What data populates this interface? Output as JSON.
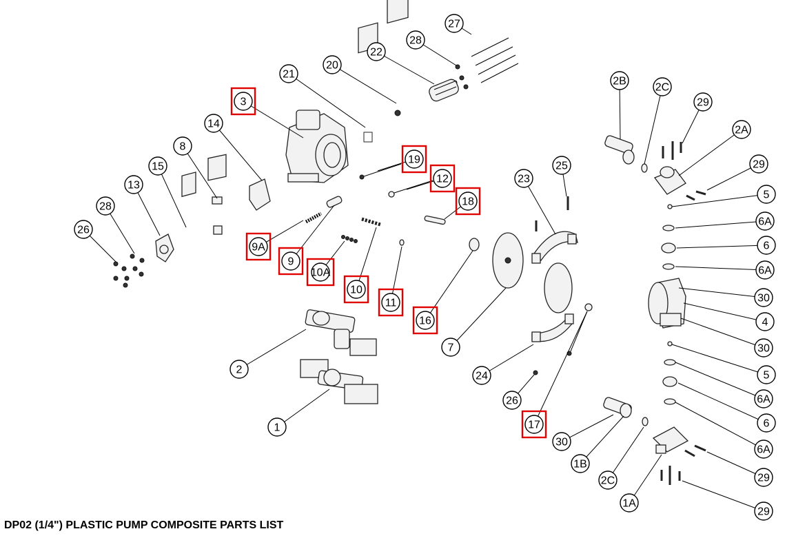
{
  "title": "DP02 (1/4\") PLASTIC PUMP COMPOSITE PARTS LIST",
  "highlight_color": "#e00000",
  "labels": [
    {
      "id": "27",
      "label": "27",
      "highlighted": false
    },
    {
      "id": "28a",
      "label": "28",
      "highlighted": false
    },
    {
      "id": "22",
      "label": "22",
      "highlighted": false
    },
    {
      "id": "20",
      "label": "20",
      "highlighted": false
    },
    {
      "id": "21",
      "label": "21",
      "highlighted": false
    },
    {
      "id": "3",
      "label": "3",
      "highlighted": true
    },
    {
      "id": "14",
      "label": "14",
      "highlighted": false
    },
    {
      "id": "8",
      "label": "8",
      "highlighted": false
    },
    {
      "id": "15",
      "label": "15",
      "highlighted": false
    },
    {
      "id": "13",
      "label": "13",
      "highlighted": false
    },
    {
      "id": "28b",
      "label": "28",
      "highlighted": false
    },
    {
      "id": "26a",
      "label": "26",
      "highlighted": false
    },
    {
      "id": "19",
      "label": "19",
      "highlighted": true
    },
    {
      "id": "12",
      "label": "12",
      "highlighted": true
    },
    {
      "id": "18",
      "label": "18",
      "highlighted": true
    },
    {
      "id": "9A",
      "label": "9A",
      "highlighted": true
    },
    {
      "id": "9",
      "label": "9",
      "highlighted": true
    },
    {
      "id": "10A",
      "label": "10A",
      "highlighted": true
    },
    {
      "id": "10",
      "label": "10",
      "highlighted": true
    },
    {
      "id": "11",
      "label": "11",
      "highlighted": true
    },
    {
      "id": "16",
      "label": "16",
      "highlighted": true
    },
    {
      "id": "7",
      "label": "7",
      "highlighted": false
    },
    {
      "id": "23",
      "label": "23",
      "highlighted": false
    },
    {
      "id": "25",
      "label": "25",
      "highlighted": false
    },
    {
      "id": "24",
      "label": "24",
      "highlighted": false
    },
    {
      "id": "26b",
      "label": "26",
      "highlighted": false
    },
    {
      "id": "17",
      "label": "17",
      "highlighted": true
    },
    {
      "id": "2",
      "label": "2",
      "highlighted": false
    },
    {
      "id": "1",
      "label": "1",
      "highlighted": false
    },
    {
      "id": "2B",
      "label": "2B",
      "highlighted": false
    },
    {
      "id": "2C",
      "label": "2C",
      "highlighted": false
    },
    {
      "id": "29a",
      "label": "29",
      "highlighted": false
    },
    {
      "id": "2A",
      "label": "2A",
      "highlighted": false
    },
    {
      "id": "29b",
      "label": "29",
      "highlighted": false
    },
    {
      "id": "5a",
      "label": "5",
      "highlighted": false
    },
    {
      "id": "6Aa",
      "label": "6A",
      "highlighted": false
    },
    {
      "id": "6a",
      "label": "6",
      "highlighted": false
    },
    {
      "id": "6Ab",
      "label": "6A",
      "highlighted": false
    },
    {
      "id": "30a",
      "label": "30",
      "highlighted": false
    },
    {
      "id": "4",
      "label": "4",
      "highlighted": false
    },
    {
      "id": "30b",
      "label": "30",
      "highlighted": false
    },
    {
      "id": "5b",
      "label": "5",
      "highlighted": false
    },
    {
      "id": "6Ac",
      "label": "6A",
      "highlighted": false
    },
    {
      "id": "6b",
      "label": "6",
      "highlighted": false
    },
    {
      "id": "6Ad",
      "label": "6A",
      "highlighted": false
    },
    {
      "id": "30c",
      "label": "30",
      "highlighted": false
    },
    {
      "id": "1B",
      "label": "1B",
      "highlighted": false
    },
    {
      "id": "2Cb",
      "label": "2C",
      "highlighted": false
    },
    {
      "id": "1A",
      "label": "1A",
      "highlighted": false
    },
    {
      "id": "29c",
      "label": "29",
      "highlighted": false
    },
    {
      "id": "29d",
      "label": "29",
      "highlighted": false
    }
  ]
}
